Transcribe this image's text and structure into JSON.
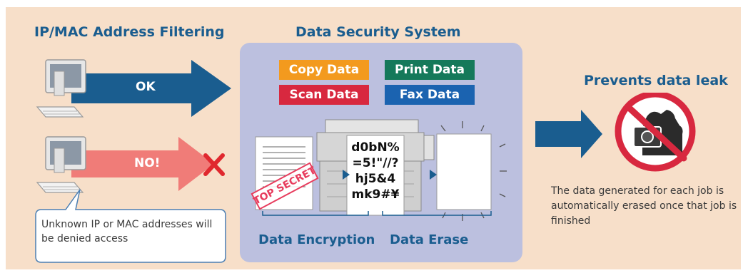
{
  "headings": {
    "filtering": "IP/MAC Address Filtering",
    "security": "Data Security System",
    "leak": "Prevents data leak"
  },
  "filtering": {
    "ok_label": "OK",
    "no_label": "NO!",
    "callout": "Unknown IP or MAC addresses will be denied access"
  },
  "data_types": [
    {
      "label": "Copy Data",
      "color": "#f39a1e"
    },
    {
      "label": "Print Data",
      "color": "#15795a"
    },
    {
      "label": "Scan Data",
      "color": "#d8283f"
    },
    {
      "label": "Fax Data",
      "color": "#1b63b0"
    }
  ],
  "document": {
    "stamp": "TOP SECRET",
    "encrypted_lines": [
      "d0bN%",
      "=5!\"//?",
      "hj5&4",
      "mk9#¥"
    ]
  },
  "stages": {
    "encryption": "Data Encryption",
    "erase": "Data Erase"
  },
  "leak": {
    "caption": "The data generated for each job is automatically erased once that job is finished"
  },
  "colors": {
    "background": "#f7dfc9",
    "security_box": "#bcc0df",
    "ok_arrow": "#1a5d8f",
    "no_arrow": "#f07c78",
    "deny_x": "#e0282e",
    "prohibit": "#d8283f",
    "heading": "#1a5d8f"
  }
}
